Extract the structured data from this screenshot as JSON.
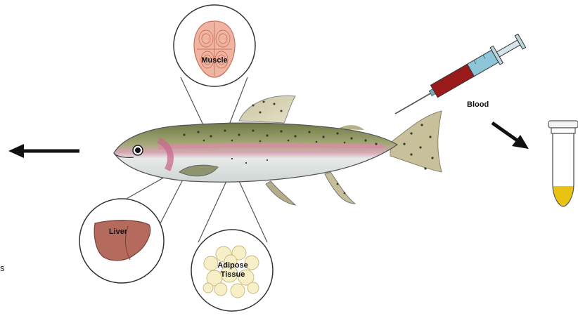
{
  "labels": {
    "muscle": "Muscle",
    "blood": "Blood",
    "liver": "Liver",
    "adipose_line1": "Adipose",
    "adipose_line2": "Tissue",
    "edge_fragment": "s"
  },
  "icons": {
    "left_arrow": "arrow-left-icon",
    "down_arrow": "arrow-down-right-icon",
    "syringe": "syringe-icon",
    "tube": "sample-tube-icon",
    "fish": "rainbow-trout-illustration"
  },
  "colors": {
    "fish_back": "#7f8a58",
    "fish_belly": "#e9ecea",
    "fish_stripe": "#d98aa6",
    "muscle": "#e8a494",
    "liver": "#b46a5c",
    "adipose": "#f6efc8",
    "blood": "#9b1b1b",
    "syringe_barrel": "#8cc6d8",
    "tube_fluid": "#e9c312"
  }
}
